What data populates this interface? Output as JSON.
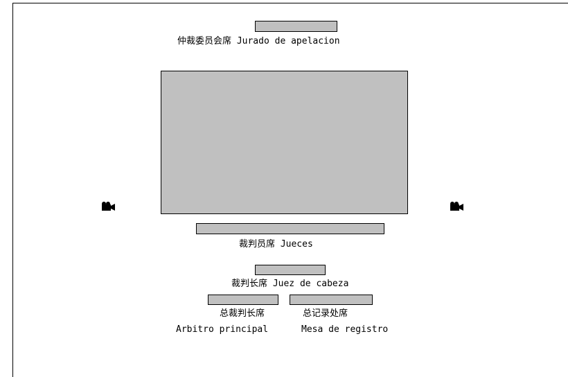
{
  "jury_of_appeal": {
    "label": "仲裁委员会席 Jurado de apelacion"
  },
  "judges": {
    "label": "裁判员席 Jueces"
  },
  "head_judge": {
    "label": "裁判长席 Juez de cabeza"
  },
  "chief_referee": {
    "label_zh": "总裁判长席",
    "label_es": "Arbitro principal"
  },
  "record_desk": {
    "label_zh": "总记录处席",
    "label_es": "Mesa de registro"
  },
  "cameras": {
    "left_icon": "video-camera-icon",
    "right_icon": "video-camera-icon"
  },
  "colors": {
    "desk_fill": "#c0c0c0",
    "outline": "#000000",
    "background": "#ffffff"
  }
}
